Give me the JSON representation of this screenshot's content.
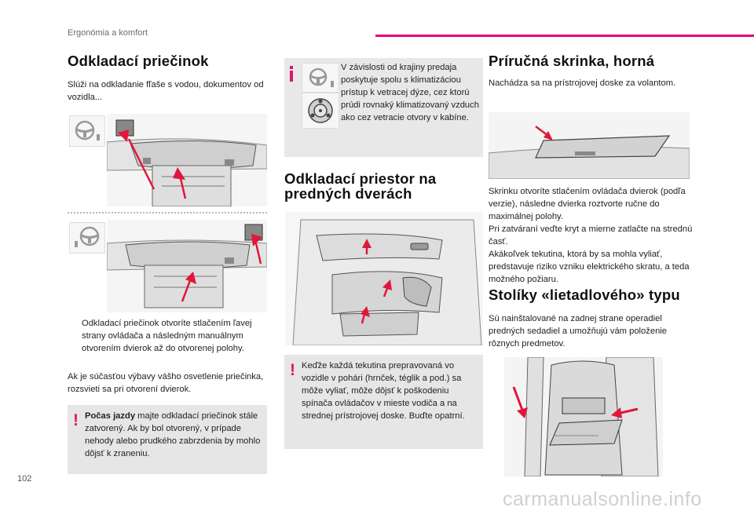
{
  "header": {
    "section_title": "Ergonómia a komfort"
  },
  "page_number": "102",
  "watermark": "carmanualsonline.info",
  "col1": {
    "title": "Odkladací priečinok",
    "intro": "Slúži na odkladanie fľaše s vodou, dokumentov od vozidla...",
    "bullet_symbol": "",
    "bullet_text": "Odkladací priečinok otvoríte stlačením ľavej strany ovládača a následným manuálnym otvorením dvierok až do otvorenej polohy.",
    "lighting_text": "Ak je súčasťou výbavy vášho osvetlenie priečinka, rozsvieti sa pri otvorení dvierok.",
    "warning_bold": "Počas jazdy",
    "warning_text": " majte odkladací priečinok stále zatvorený. Ak by bol otvorený, v prípade nehody alebo prudkého zabrzdenia by mohlo dôjsť k zraneniu."
  },
  "col2": {
    "info_text": "V závislosti od krajiny predaja poskytuje spolu s klimatizáciou prístup k vetracej dýze, cez ktorú prúdi rovnaký klimatizovaný vzduch ako cez vetracie otvory v kabíne.",
    "title": "Odkladací priestor na predných dverách",
    "warning_text": "Keďže každá tekutina prepravovaná vo vozidle v pohári (hrnček, téglik a pod.) sa môže vyliať, môže dôjsť k poškodeniu spínača ovládačov v mieste vodiča a na strednej prístrojovej doske. Buďte opatrní."
  },
  "col3": {
    "title1": "Príručná skrinka, horná",
    "intro1": "Nachádza sa na prístrojovej doske za volantom.",
    "body1": "Skrinku otvoríte stlačením ovládača dvierok (podľa verzie), následne dvierka roztvorte ručne do maximálnej polohy.",
    "body2": "Pri zatváraní veďte kryt a mierne zatlačte na strednú časť.",
    "body3": "Akákoľvek tekutina, ktorá by sa mohla vyliať, predstavuje riziko vzniku elektrického skratu, a teda možného požiaru.",
    "title2": "Stolíky «lietadlového» typu",
    "intro2": "Sú nainštalované na zadnej strane operadiel predných sedadiel a umožňujú vám položenie rôznych predmetov."
  },
  "colors": {
    "accent": "#e5007e",
    "arrow": "#e0173a",
    "panel": "#e8e8e8"
  },
  "icons": [
    "steering-wheel-lhd-icon",
    "steering-wheel-rhd-icon",
    "air-vent-icon",
    "warning-icon",
    "info-icon"
  ]
}
